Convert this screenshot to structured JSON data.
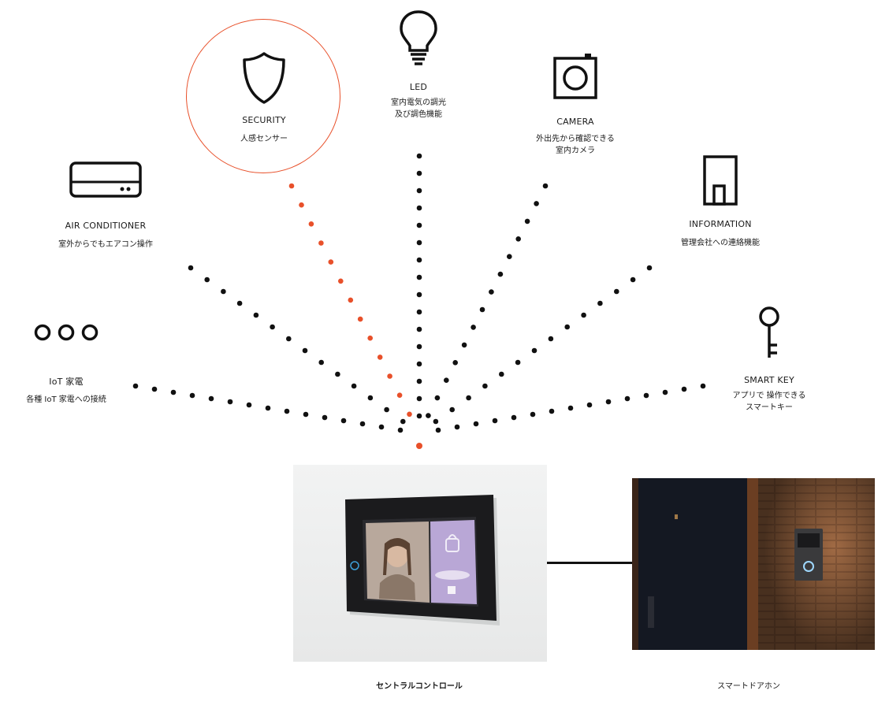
{
  "features": {
    "security": {
      "title": "SECURITY",
      "desc": "人感センサー"
    },
    "led": {
      "title": "LED",
      "desc": "室内電気の調光\n及び調色機能"
    },
    "camera": {
      "title": "CAMERA",
      "desc": "外出先から確認できる\n室内カメラ"
    },
    "air": {
      "title": "AIR CONDITIONER",
      "desc": "室外からでもエアコン操作"
    },
    "information": {
      "title": "INFORMATION",
      "desc": "管理会社への連絡機能"
    },
    "iot": {
      "title": "IoT 家電",
      "desc": "各種 IoT 家電への接続"
    },
    "smartkey": {
      "title": "SMART KEY",
      "desc": "アプリで 操作できる\nスマートキー"
    }
  },
  "captions": {
    "central": "セントラルコントロール",
    "doorphone": "スマートドアホン"
  },
  "colors": {
    "accent": "#e8502a",
    "dot": "#111111"
  }
}
